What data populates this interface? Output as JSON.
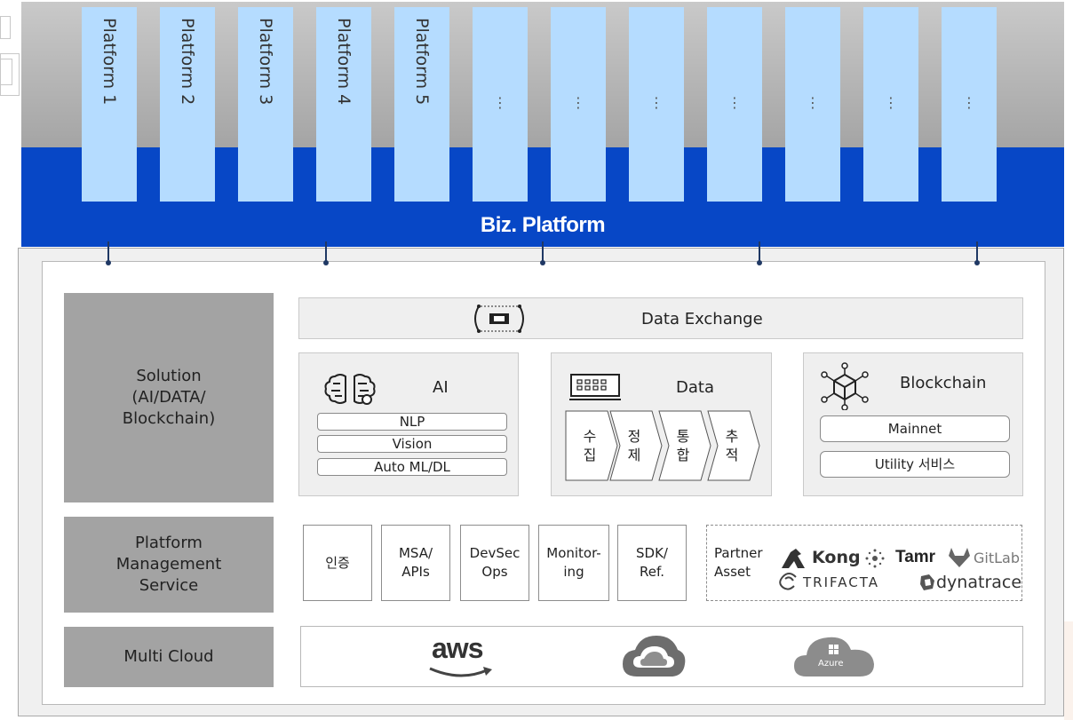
{
  "platforms": [
    "Platform 1",
    "Platform 2",
    "Platform 3",
    "Platform 4",
    "Platform 5"
  ],
  "platform_placeholders": [
    "⋮",
    "⋮",
    "⋮",
    "⋮",
    "⋮",
    "⋮",
    "⋮"
  ],
  "biz_platform": "Biz. Platform",
  "sections": {
    "solution": "Solution\n(AI/DATA/\nBlockchain)",
    "management": "Platform\nManagement\nService",
    "multicloud": "Multi Cloud"
  },
  "data_exchange": "Data Exchange",
  "ai": {
    "title": "AI",
    "items": [
      "NLP",
      "Vision",
      "Auto ML/DL"
    ]
  },
  "data": {
    "title": "Data",
    "steps": [
      "수\n집",
      "정\n제",
      "통\n합",
      "추\n적"
    ]
  },
  "blockchain": {
    "title": "Blockchain",
    "items": [
      "Mainnet",
      "Utility 서비스"
    ]
  },
  "services": [
    "인증",
    "MSA/\nAPIs",
    "DevSec\nOps",
    "Monitor-\ning",
    "SDK/\nRef."
  ],
  "partner": {
    "label": "Partner\nAsset",
    "logos": [
      "Kong",
      "Tamr",
      "GitLab",
      "TRIFACTA",
      "dynatrace"
    ]
  },
  "clouds": {
    "aws": "aws",
    "azure": "Azure"
  },
  "colors": {
    "biz_blue": "#0747c6",
    "platform_blue": "#b5dcff",
    "left_gray": "#a3a3a3"
  }
}
